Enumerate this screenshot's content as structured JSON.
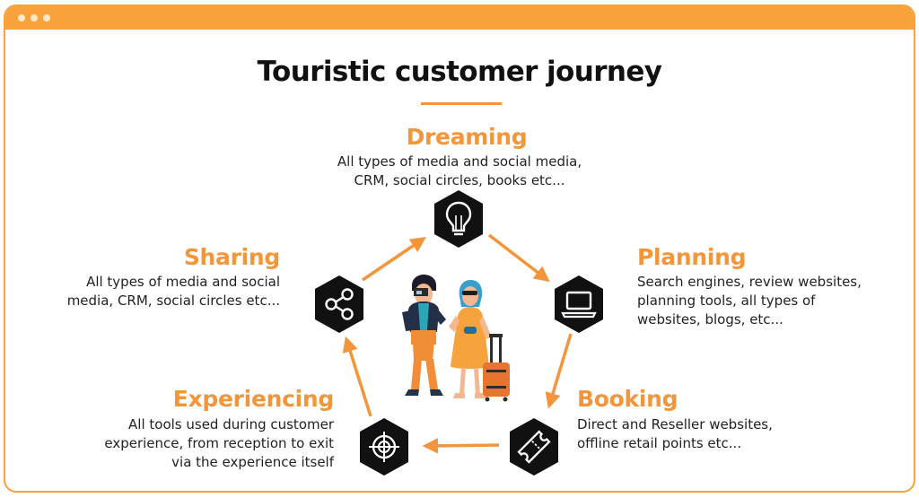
{
  "title": "Touristic customer journey",
  "colors": {
    "accent": "#f5953a",
    "frame": "#f9a23c",
    "icon_bg": "#111111"
  },
  "stages": {
    "dreaming": {
      "title": "Dreaming",
      "desc": [
        "All types of media and social media,",
        "CRM, social circles, books etc..."
      ],
      "icon": "lightbulb-icon"
    },
    "planning": {
      "title": "Planning",
      "desc": [
        "Search engines, review websites,",
        "planning tools, all types of",
        "websites, blogs, etc..."
      ],
      "icon": "laptop-icon"
    },
    "booking": {
      "title": "Booking",
      "desc": [
        "Direct and Reseller websites,",
        "offline retail points etc..."
      ],
      "icon": "ticket-icon"
    },
    "experiencing": {
      "title": "Experiencing",
      "desc": [
        "All tools used during customer",
        "experience, from reception to exit",
        "via the experience itself"
      ],
      "icon": "target-icon"
    },
    "sharing": {
      "title": "Sharing",
      "desc": [
        "All types of media and social",
        "media, CRM, social circles etc..."
      ],
      "icon": "share-icon"
    }
  }
}
